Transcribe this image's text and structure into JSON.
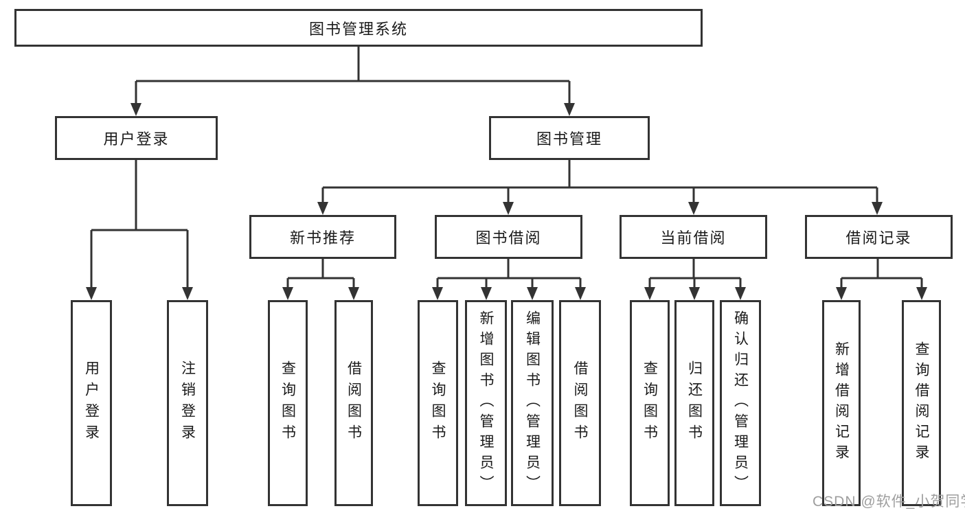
{
  "diagram": {
    "type": "hierarchy-tree",
    "root": {
      "label": "图书管理系统",
      "children": [
        {
          "label": "用户登录",
          "children": [
            {
              "label": "用户登录"
            },
            {
              "label": "注销登录"
            }
          ]
        },
        {
          "label": "图书管理",
          "children": [
            {
              "label": "新书推荐",
              "children": [
                {
                  "label": "查询图书"
                },
                {
                  "label": "借阅图书"
                }
              ]
            },
            {
              "label": "图书借阅",
              "children": [
                {
                  "label": "查询图书"
                },
                {
                  "label": "新增图书（管理员）"
                },
                {
                  "label": "编辑图书（管理员）"
                },
                {
                  "label": "借阅图书"
                }
              ]
            },
            {
              "label": "当前借阅",
              "children": [
                {
                  "label": "查询图书"
                },
                {
                  "label": "归还图书"
                },
                {
                  "label": "确认归还（管理员）"
                }
              ]
            },
            {
              "label": "借阅记录",
              "children": [
                {
                  "label": "新增借阅记录"
                },
                {
                  "label": "查询借阅记录"
                }
              ]
            }
          ]
        }
      ]
    }
  },
  "watermark": {
    "text": "CSDN @软件_小贺同学",
    "color": "#9e9e9e"
  },
  "colors": {
    "line": "#333333",
    "box_border": "#333333",
    "box_fill": "#ffffff",
    "text": "#1a1a1a",
    "background": "#ffffff"
  }
}
